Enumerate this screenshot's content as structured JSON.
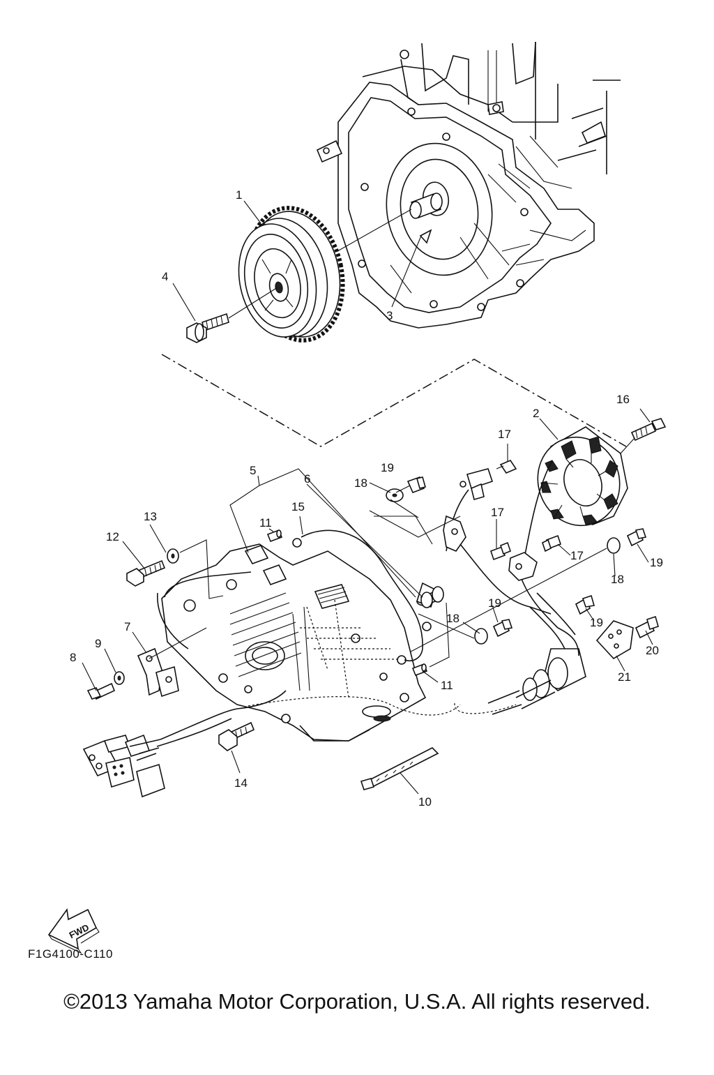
{
  "callouts": {
    "p1": "1",
    "p2": "2",
    "p3": "3",
    "p4": "4",
    "p5": "5",
    "p6": "6",
    "p7": "7",
    "p8": "8",
    "p9": "9",
    "p10": "10",
    "p11a": "11",
    "p11b": "11",
    "p12": "12",
    "p13": "13",
    "p14": "14",
    "p15": "15",
    "p16": "16",
    "p17a": "17",
    "p17b": "17",
    "p17c": "17",
    "p18a": "18",
    "p18b": "18",
    "p18c": "18",
    "p19a": "19",
    "p19b": "19",
    "p19c": "19",
    "p19d": "19",
    "p20": "20",
    "p21": "21"
  },
  "fwd_label": "FWD",
  "diagram_code": "F1G4100-C110",
  "copyright": "©2013 Yamaha Motor Corporation, U.S.A. All rights reserved."
}
